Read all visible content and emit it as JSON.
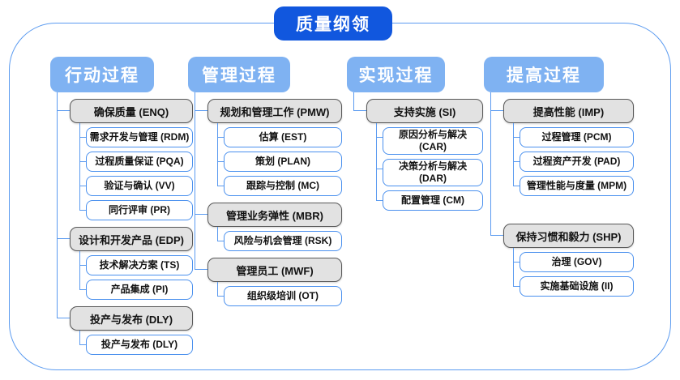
{
  "title": "质量纲领",
  "colors": {
    "title_bg": "#1157de",
    "header_bg": "#7fb2f2",
    "connector_line": "#5b9bf0",
    "leaf_border": "#4a90ee",
    "group_bg": "#e2e2e2",
    "group_border": "#595959"
  },
  "columns": [
    {
      "header": "行动过程",
      "groups": [
        {
          "label": "确保质量 (ENQ)",
          "children": [
            "需求开发与管理 (RDM)",
            "过程质量保证 (PQA)",
            "验证与确认 (VV)",
            "同行评审 (PR)"
          ]
        },
        {
          "label": "设计和开发产品 (EDP)",
          "children": [
            "技术解决方案 (TS)",
            "产品集成 (PI)"
          ]
        },
        {
          "label": "投产与发布 (DLY)",
          "children": [
            "投产与发布 (DLY)"
          ]
        }
      ]
    },
    {
      "header": "管理过程",
      "groups": [
        {
          "label": "规划和管理工作 (PMW)",
          "children": [
            "估算 (EST)",
            "策划 (PLAN)",
            "跟踪与控制 (MC)"
          ]
        },
        {
          "label": "管理业务弹性 (MBR)",
          "children": [
            "风险与机会管理 (RSK)"
          ]
        },
        {
          "label": "管理员工 (MWF)",
          "children": [
            "组织级培训 (OT)"
          ]
        }
      ]
    },
    {
      "header": "实现过程",
      "groups": [
        {
          "label": "支持实施 (SI)",
          "children": [
            "原因分析与解决 (CAR)",
            "决策分析与解决 (DAR)",
            "配置管理 (CM)"
          ]
        }
      ]
    },
    {
      "header": "提高过程",
      "groups": [
        {
          "label": "提高性能 (IMP)",
          "children": [
            "过程管理 (PCM)",
            "过程资产开发 (PAD)",
            "管理性能与度量 (MPM)"
          ]
        },
        {
          "label": "保持习惯和毅力 (SHP)",
          "children": [
            "治理 (GOV)",
            "实施基础设施 (II)"
          ]
        }
      ]
    }
  ]
}
